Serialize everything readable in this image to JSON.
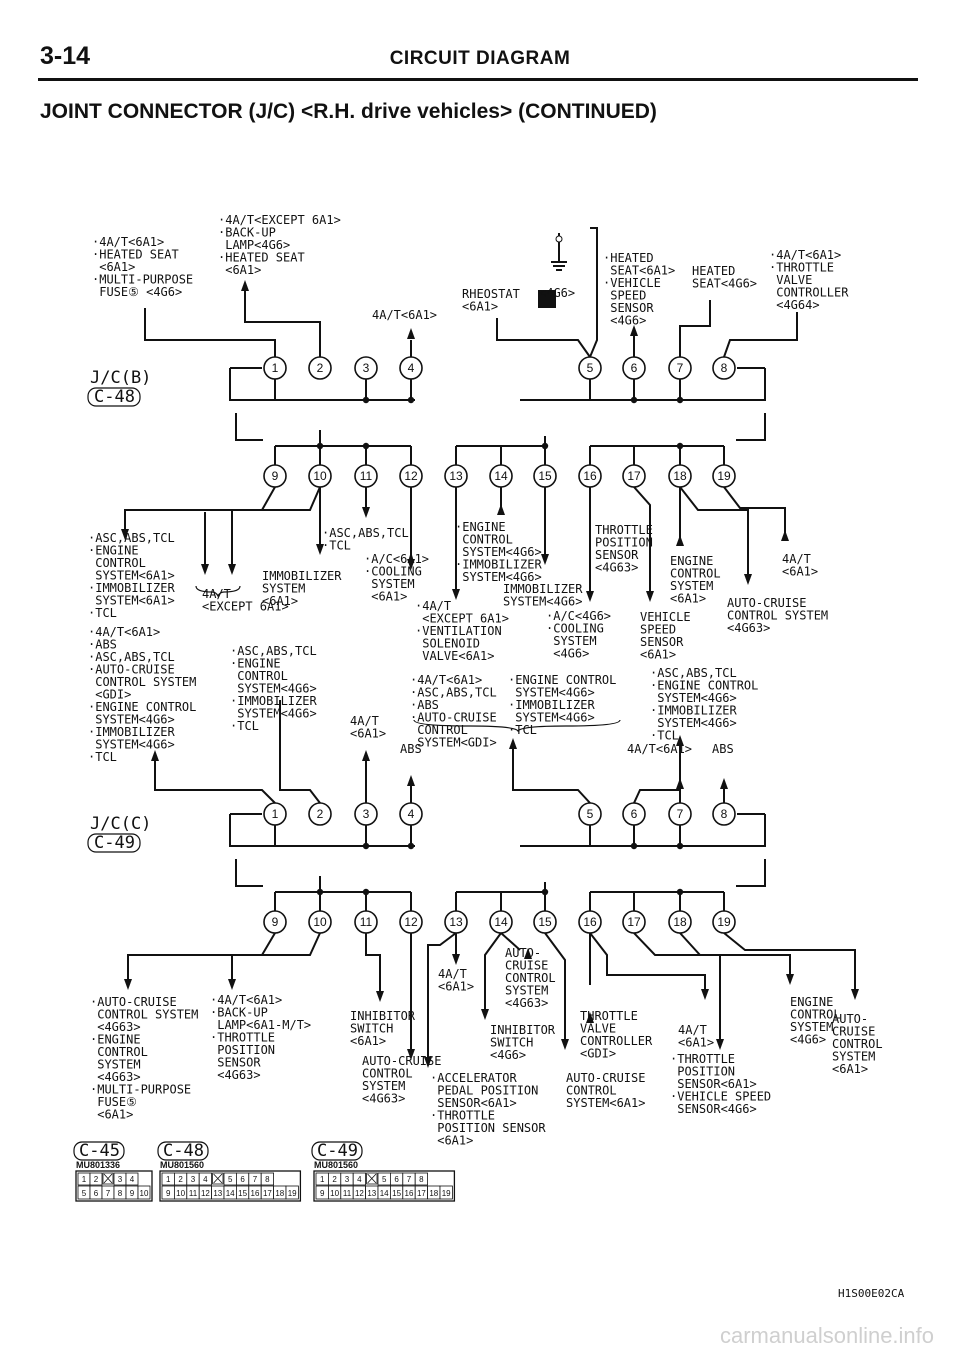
{
  "header": {
    "page_number": "3-14",
    "section_title": "CIRCUIT DIAGRAM",
    "subtitle": "JOINT CONNECTOR (J/C) <R.H. drive vehicles> (CONTINUED)"
  },
  "jc_b": {
    "name": "J/C(B)",
    "code": "C-48",
    "top_pins": [
      "1",
      "2",
      "3",
      "4",
      "5",
      "6",
      "7",
      "8"
    ],
    "bottom_pins": [
      "9",
      "10",
      "11",
      "12",
      "13",
      "14",
      "15",
      "16",
      "17",
      "18",
      "19"
    ]
  },
  "jc_c": {
    "name": "J/C(C)",
    "code": "C-49",
    "top_pins": [
      "1",
      "2",
      "3",
      "4",
      "5",
      "6",
      "7",
      "8"
    ],
    "bottom_pins": [
      "9",
      "10",
      "11",
      "12",
      "13",
      "14",
      "15",
      "16",
      "17",
      "18",
      "19"
    ]
  },
  "labels": {
    "b_top_1": [
      "·4A/T<6A1>",
      "·HEATED SEAT",
      " <6A1>",
      "·MULTI-PURPOSE",
      " FUSE⑤ <4G6>"
    ],
    "b_top_2": [
      "·4A/T<EXCEPT 6A1>",
      "·BACK-UP",
      " LAMP<4G6>",
      "·HEATED SEAT",
      " <6A1>"
    ],
    "b_top_4": [
      "4A/T<6A1>"
    ],
    "b_top_5": [
      "RHEOSTAT",
      "<6A1>",
      "<4G6>"
    ],
    "b_top_6": [
      "·HEATED",
      " SEAT<6A1>",
      "·VEHICLE",
      " SPEED",
      " SENSOR",
      " <4G6>"
    ],
    "b_top_7": [
      "HEATED",
      "SEAT<4G6>"
    ],
    "b_top_8": [
      "·4A/T<6A1>",
      "·THROTTLE",
      " VALVE",
      " CONTROLLER",
      " <4G64>"
    ],
    "b_bot_left": [
      "·ASC,ABS,TCL",
      "·ENGINE",
      " CONTROL",
      " SYSTEM<6A1>",
      "·IMMOBILIZER",
      " SYSTEM<6A1>",
      "·TCL"
    ],
    "b_bot_left2": [
      "4A/T",
      "<EXCEPT 6A1>"
    ],
    "b_bot_left3": [
      "·4A/T<6A1>",
      "·ABS",
      "·ASC,ABS,TCL",
      "·AUTO-CRUISE",
      " CONTROL SYSTEM",
      " <GDI>",
      "·ENGINE CONTROL",
      " SYSTEM<4G6>",
      "·IMMOBILIZER",
      " SYSTEM<4G6>",
      "·TCL"
    ],
    "b_bot_10": [
      "IMMOBILIZER",
      "SYSTEM",
      "<6A1>"
    ],
    "b_bot_11": [
      "·ASC,ABS,TCL",
      "·TCL"
    ],
    "b_bot_12": [
      "·A/C<6A1>",
      "·COOLING",
      " SYSTEM",
      " <6A1>"
    ],
    "b_bot_12b": [
      "·ASC,ABS,TCL",
      "·ENGINE",
      " CONTROL",
      " SYSTEM<4G6>",
      "·IMMOBILIZER",
      " SYSTEM<4G6>",
      "·TCL"
    ],
    "b_bot_13": [
      "·ENGINE",
      " CONTROL",
      " SYSTEM<4G6>",
      "·IMMOBILIZER",
      " SYSTEM<4G6>"
    ],
    "b_bot_14": [
      "·4A/T",
      " <EXCEPT 6A1>",
      "·VENTILATION",
      " SOLENOID",
      " VALVE<6A1>"
    ],
    "b_bot_14b": [
      "IMMOBILIZER",
      "SYSTEM<4G6>"
    ],
    "b_bot_15": [
      "·A/C<4G6>",
      "·COOLING",
      " SYSTEM",
      " <4G6>"
    ],
    "b_bot_16": [
      "THROTTLE",
      "POSITION",
      "SENSOR",
      "<4G63>"
    ],
    "b_bot_17": [
      "VEHICLE",
      "SPEED",
      "SENSOR",
      "<6A1>"
    ],
    "b_bot_18": [
      "ENGINE",
      "CONTROL",
      "SYSTEM",
      "<6A1>"
    ],
    "b_bot_19": [
      "4A/T",
      "<6A1>"
    ],
    "b_bot_19b": [
      "AUTO-CRUISE",
      "CONTROL SYSTEM",
      "<4G63>"
    ],
    "c_top_mid1": [
      "·4A/T<6A1>",
      "·ASC,ABS,TCL",
      "·ABS",
      "·AUTO-CRUISE",
      " CONTROL",
      " SYSTEM<GDI>"
    ],
    "c_top_mid2": [
      "·ENGINE CONTROL",
      " SYSTEM<4G6>",
      "·IMMOBILIZER",
      " SYSTEM<4G6>",
      "·TCL"
    ],
    "c_top_3": [
      "4A/T",
      "<6A1>"
    ],
    "c_top_4": [
      "ABS"
    ],
    "c_top_right": [
      "·ASC,ABS,TCL",
      "·ENGINE CONTROL",
      " SYSTEM<4G6>",
      "·IMMOBILIZER",
      " SYSTEM<4G6>",
      "·TCL"
    ],
    "c_top_7": [
      "4A/T<6A1>"
    ],
    "c_top_8": [
      "ABS"
    ],
    "c_bot_9": [
      "·AUTO-CRUISE",
      " CONTROL SYSTEM",
      " <4G63>",
      "·ENGINE",
      " CONTROL",
      " SYSTEM",
      " <4G63>",
      "·MULTI-PURPOSE",
      " FUSE⑤",
      " <6A1>"
    ],
    "c_bot_10": [
      "·4A/T<6A1>",
      "·BACK-UP",
      " LAMP<6A1-M/T>",
      "·THROTTLE",
      " POSITION",
      " SENSOR",
      " <4G63>"
    ],
    "c_bot_12": [
      "INHIBITOR",
      "SWITCH",
      "<6A1>"
    ],
    "c_bot_12b": [
      "AUTO-CRUISE",
      "CONTROL",
      "SYSTEM",
      "<4G63>"
    ],
    "c_bot_13": [
      "4A/T",
      "<6A1>"
    ],
    "c_bot_14": [
      "AUTO-",
      "CRUISE",
      "CONTROL",
      "SYSTEM",
      "<4G63>"
    ],
    "c_bot_14b": [
      "INHIBITOR",
      "SWITCH",
      "<4G6>"
    ],
    "c_bot_14c": [
      "·ACCELERATOR",
      " PEDAL POSITION",
      " SENSOR<6A1>",
      "·THROTTLE",
      " POSITION SENSOR",
      " <6A1>"
    ],
    "c_bot_16": [
      "THROTTLE",
      "VALVE",
      "CONTROLLER",
      "<GDI>"
    ],
    "c_bot_16b": [
      "AUTO-CRUISE",
      "CONTROL",
      "SYSTEM<6A1>"
    ],
    "c_bot_17": [
      "4A/T",
      "<6A1>"
    ],
    "c_bot_17b": [
      "·THROTTLE",
      " POSITION",
      " SENSOR<6A1>",
      "·VEHICLE SPEED",
      " SENSOR<4G6>"
    ],
    "c_bot_18": [
      "ENGINE",
      "CONTROL",
      "SYSTEM",
      "<4G6>"
    ],
    "c_bot_19": [
      "AUTO-",
      "CRUISE",
      "CONTROL",
      "SYSTEM",
      "<6A1>"
    ]
  },
  "connectors": [
    {
      "code": "C-45",
      "part": "MU801336",
      "row1": [
        "1",
        "2",
        "",
        "3",
        "4"
      ],
      "row2": [
        "5",
        "6",
        "7",
        "8",
        "9",
        "10"
      ]
    },
    {
      "code": "C-48",
      "part": "MU801560",
      "row1": [
        "1",
        "2",
        "3",
        "4",
        "",
        "5",
        "6",
        "7",
        "8"
      ],
      "row2": [
        "9",
        "10",
        "11",
        "12",
        "13",
        "14",
        "15",
        "16",
        "17",
        "18",
        "19"
      ]
    },
    {
      "code": "C-49",
      "part": "MU801560",
      "row1": [
        "1",
        "2",
        "3",
        "4",
        "",
        "5",
        "6",
        "7",
        "8"
      ],
      "row2": [
        "9",
        "10",
        "11",
        "12",
        "13",
        "14",
        "15",
        "16",
        "17",
        "18",
        "19"
      ]
    }
  ],
  "figure_code": "H1S00E02CA",
  "watermark": "carmanualsonline.info"
}
